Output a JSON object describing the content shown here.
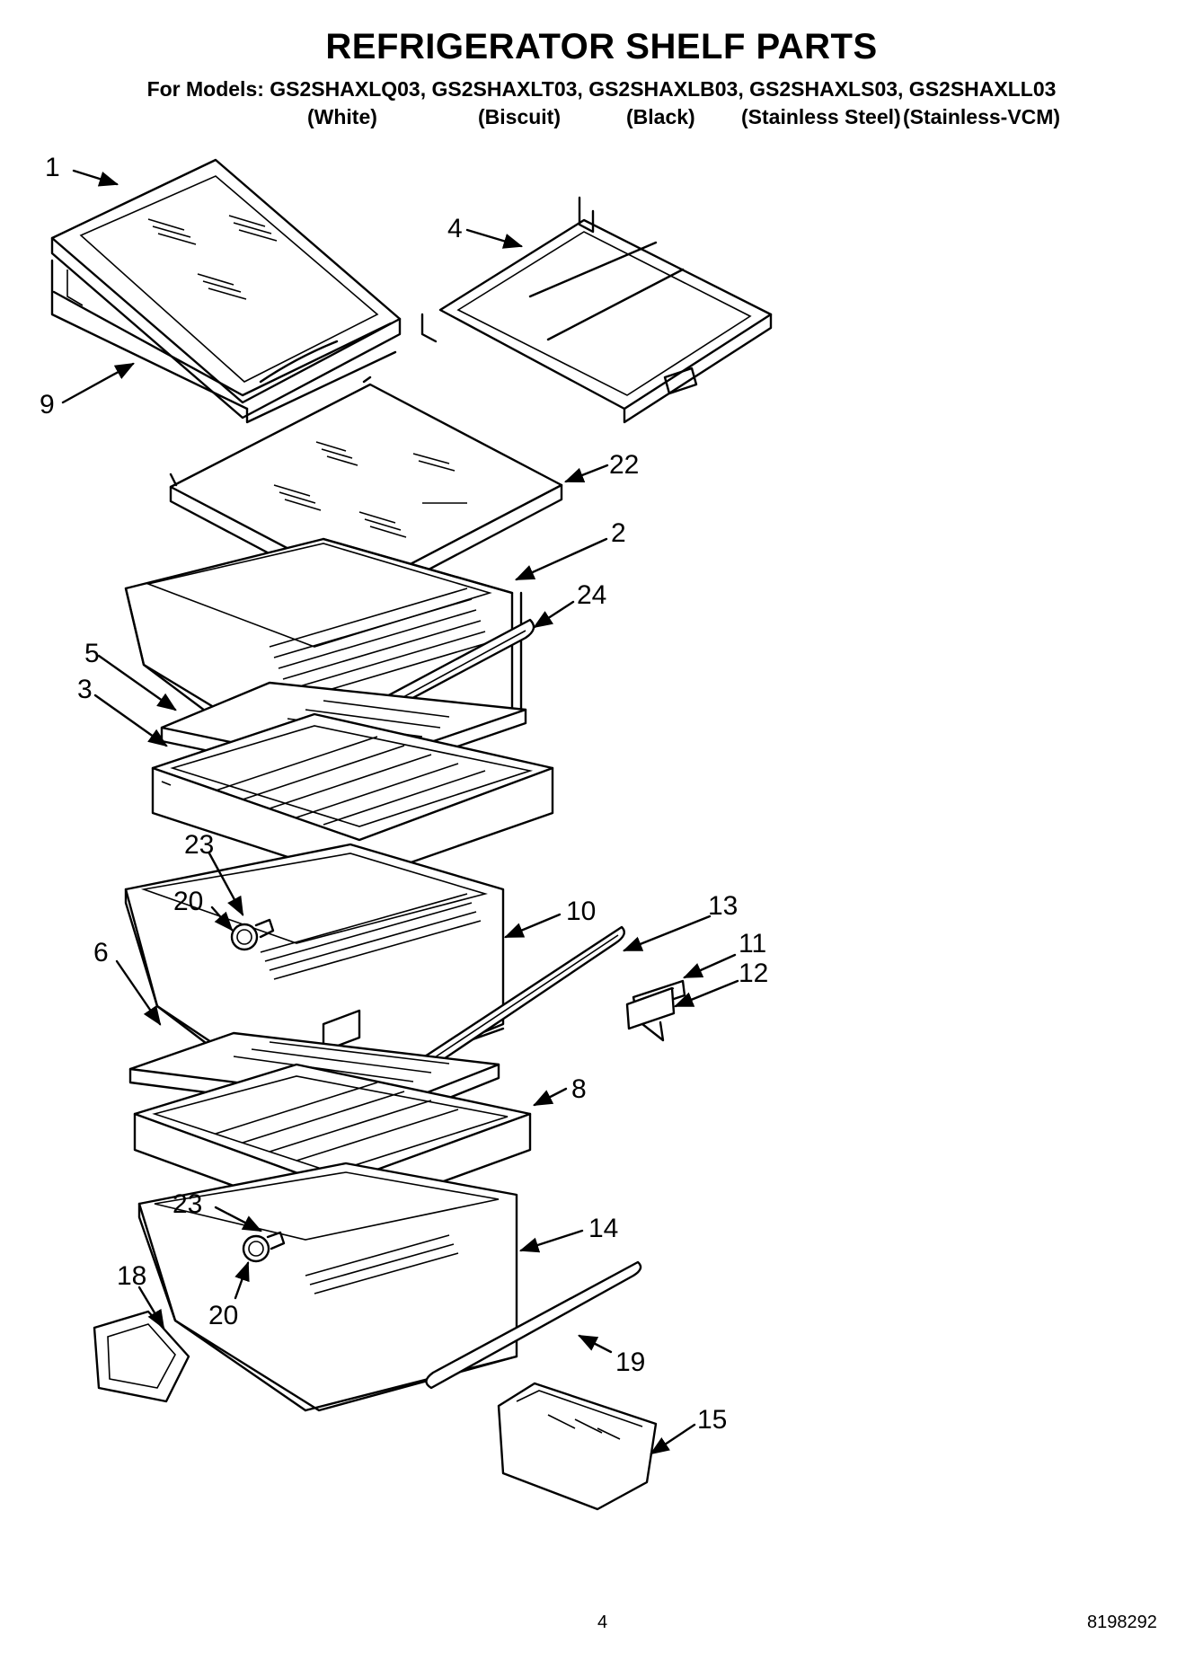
{
  "title": "REFRIGERATOR SHELF PARTS",
  "models_line": "For Models: GS2SHAXLQ03, GS2SHAXLT03, GS2SHAXLB03, GS2SHAXLS03, GS2SHAXLL03",
  "finishes": [
    "(White)",
    "(Biscuit)",
    "(Black)",
    "(Stainless Steel)",
    "(Stainless-VCM)"
  ],
  "callouts": [
    "1",
    "4",
    "9",
    "22",
    "2",
    "24",
    "5",
    "3",
    "23",
    "20",
    "10",
    "13",
    "11",
    "12",
    "6",
    "8",
    "23",
    "14",
    "18",
    "20",
    "19",
    "15"
  ],
  "page_number": "4",
  "doc_number": "8198292"
}
